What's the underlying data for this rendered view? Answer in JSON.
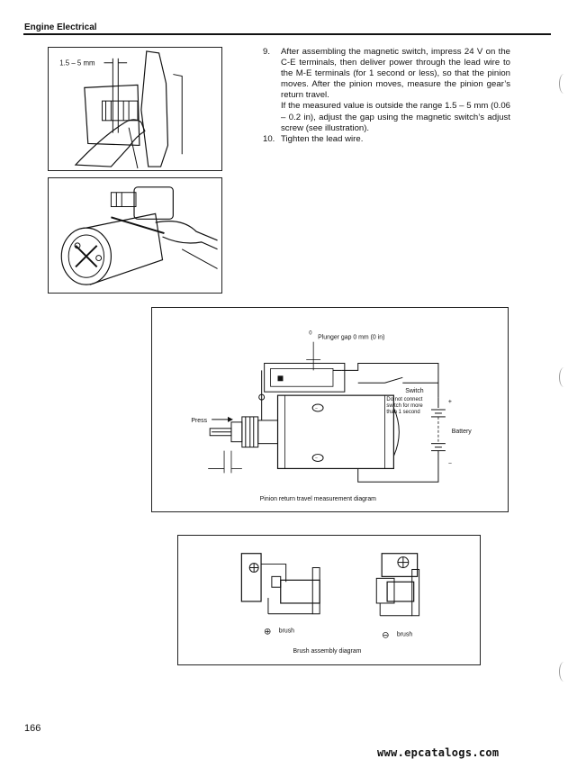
{
  "header": {
    "title": "Engine Electrical"
  },
  "figure1": {
    "label": "1.5 – 5 mm"
  },
  "steps": [
    {
      "number": "9.",
      "text": "After assembling the magnetic switch, impress 24 V on the C-E terminals, then deliver power through the lead wire to the M-E terminals (for 1 second or less), so that the pinion moves. After the pinion moves, measure the pinion gear’s return travel.",
      "sub": "If the measured value is outside the range 1.5 – 5 mm (0.06 – 0.2 in), adjust the gap using the magnetic switch’s adjust screw (see illustration)."
    },
    {
      "number": "10.",
      "text": "Tighten the lead wire."
    }
  ],
  "diagram_pinion": {
    "plunger_label": "Plunger gap 0 mm (0 in)",
    "plunger_mark": "0",
    "switch_label": "Switch",
    "note_line1": "Do not connect",
    "note_line2": "switch for more",
    "note_line3": "than 1 second",
    "battery_label": "Battery",
    "plus_sign": "+",
    "minus_sign": "−",
    "press_label": "Press",
    "caption": "Pinion return travel measurement diagram"
  },
  "diagram_brush": {
    "plus_symbol": "⊕",
    "plus_label": "brush",
    "minus_symbol": "⊖",
    "minus_label": "brush",
    "caption": "Brush assembly diagram"
  },
  "footer": {
    "page_number": "166",
    "watermark": "www.epcatalogs.com"
  }
}
